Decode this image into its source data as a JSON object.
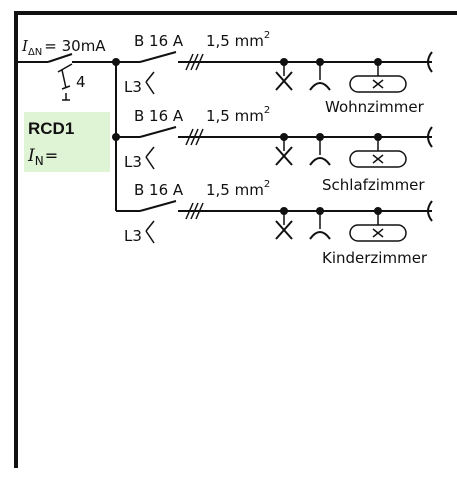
{
  "rcd": {
    "rated_current": "= 30mA",
    "rated_current_symbol": "I",
    "rated_current_sub": "ΔN",
    "pole_count": "4",
    "name": "RCD1",
    "nominal_symbol": "I",
    "nominal_sub": "N",
    "nominal_value": "="
  },
  "circuits": [
    {
      "breaker": "B 16 A",
      "cable": "1,5 mm",
      "cable_exp": "2",
      "phase": "L3",
      "room": "Wohnzimmer"
    },
    {
      "breaker": "B 16 A",
      "cable": "1,5 mm",
      "cable_exp": "2",
      "phase": "L3",
      "room": "Schlafzimmer"
    },
    {
      "breaker": "B 16 A",
      "cable": "1,5 mm",
      "cable_exp": "2",
      "phase": "L3",
      "room": "Kinderzimmer"
    }
  ],
  "colors": {
    "rcd_highlight": "#dff3d5",
    "line": "#111111"
  }
}
